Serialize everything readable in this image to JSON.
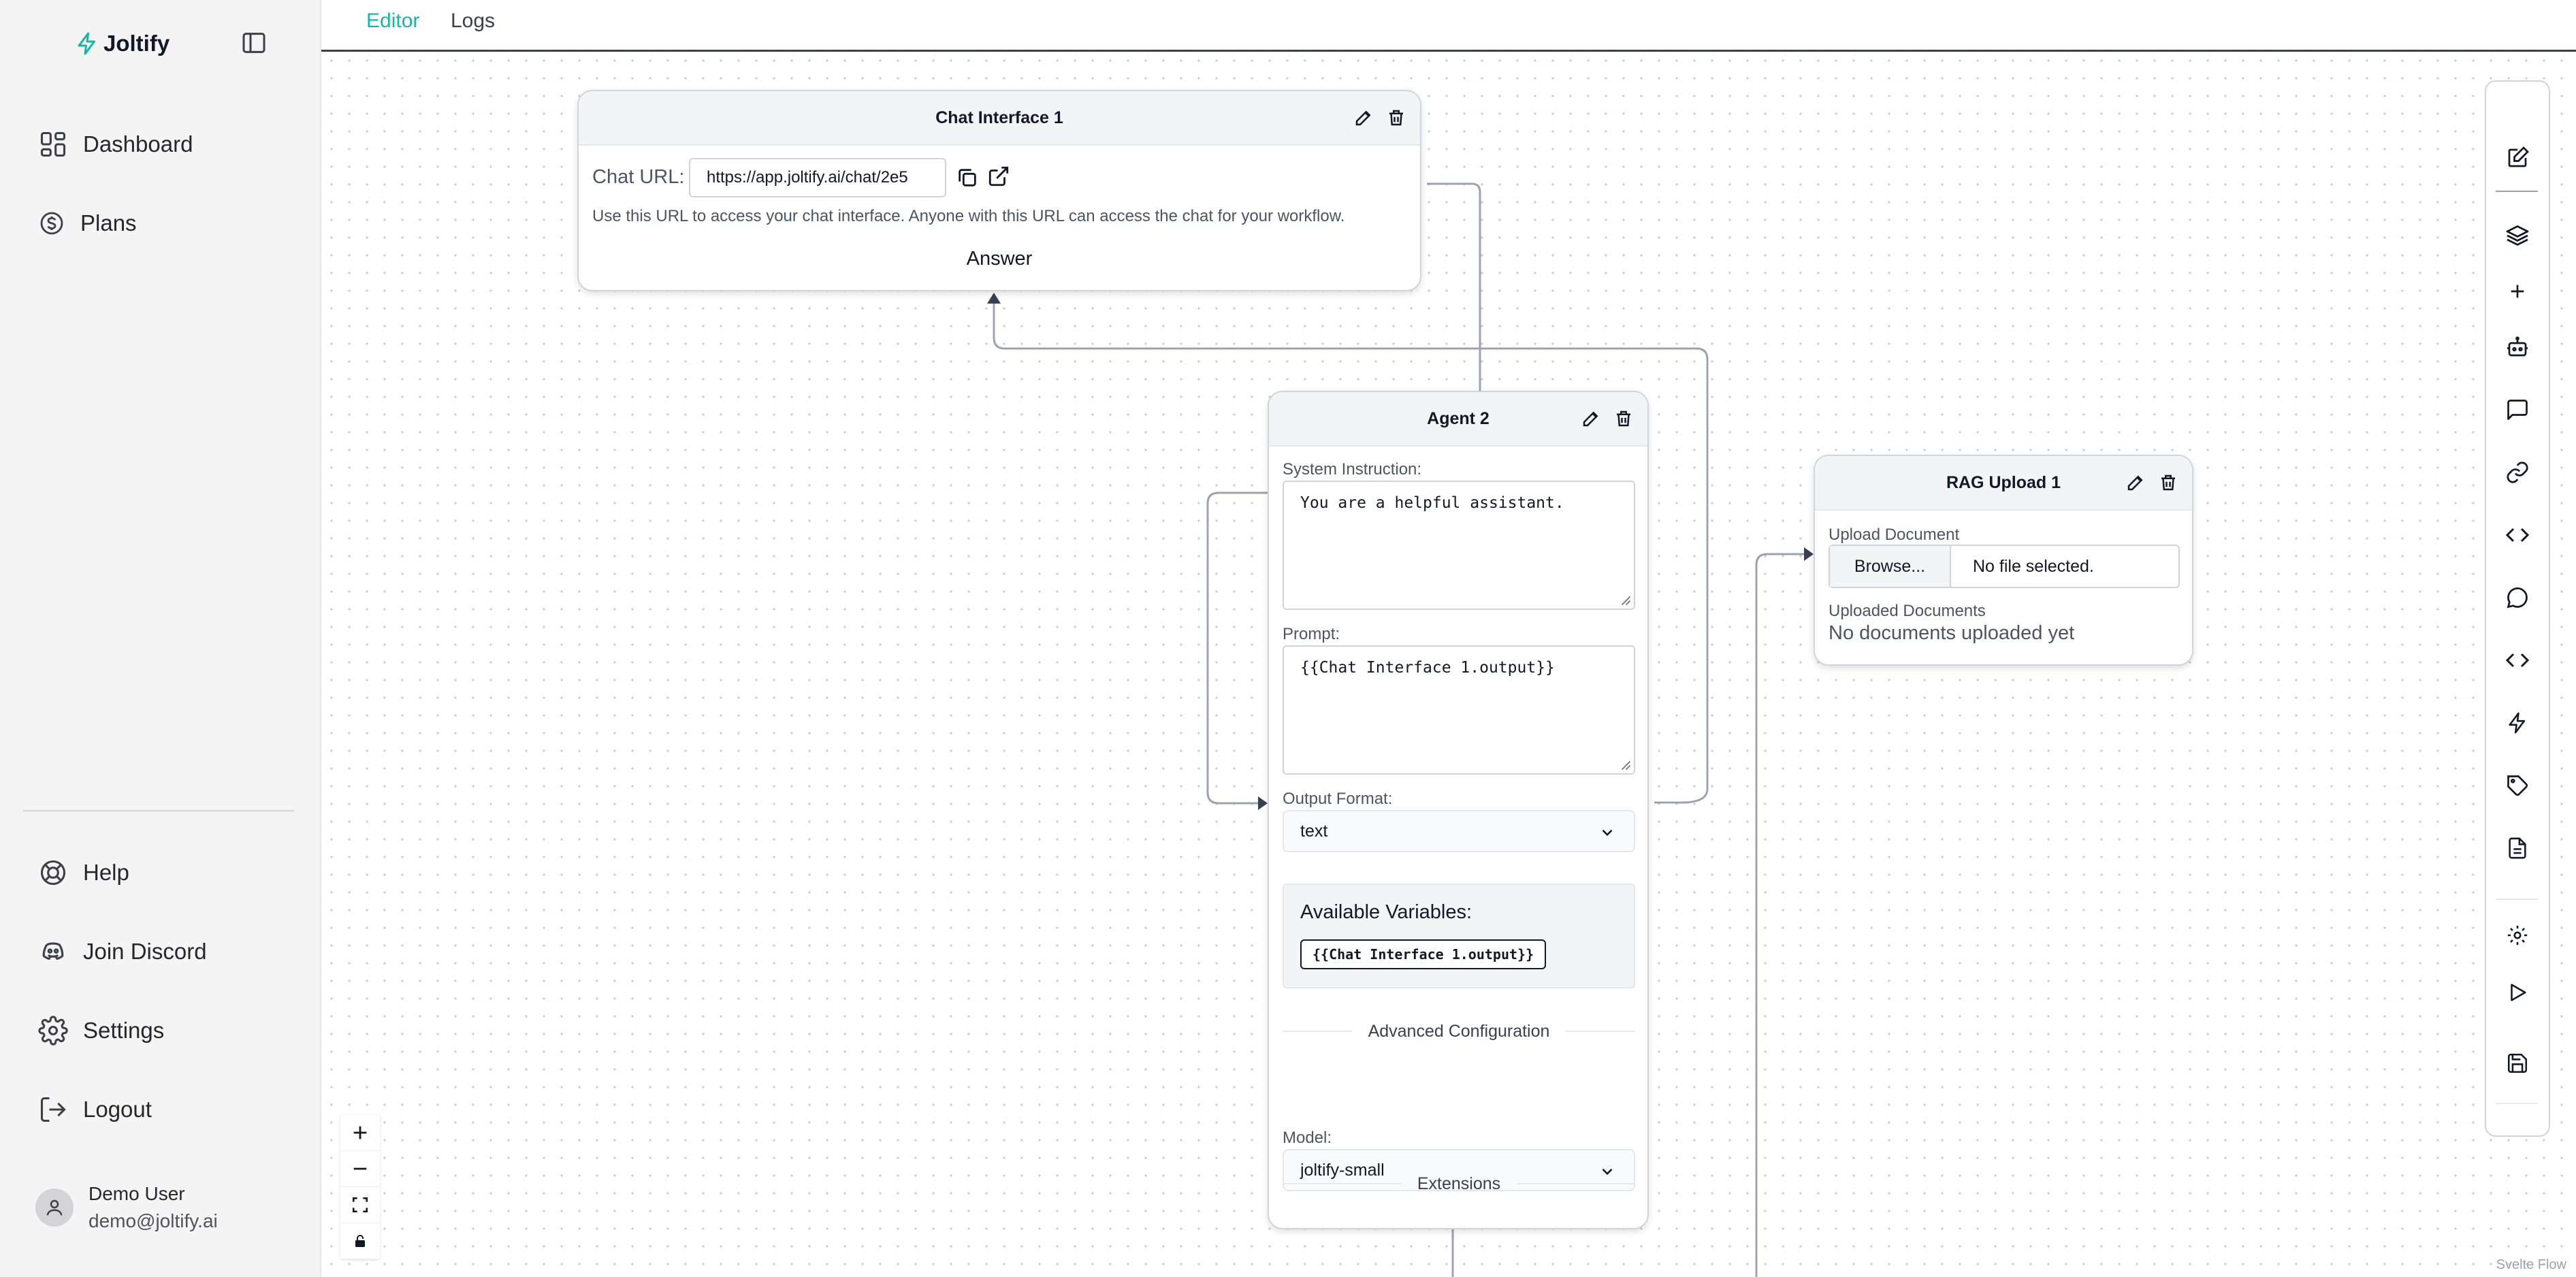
{
  "app": {
    "name": "Joltify",
    "accent": "#14b8a6"
  },
  "sidebar": {
    "nav": [
      {
        "label": "Dashboard",
        "icon": "dashboard-icon"
      },
      {
        "label": "Plans",
        "icon": "dollar-circle-icon"
      }
    ],
    "bottom": [
      {
        "label": "Help",
        "icon": "lifebuoy-icon"
      },
      {
        "label": "Join Discord",
        "icon": "discord-icon"
      },
      {
        "label": "Settings",
        "icon": "gear-icon"
      },
      {
        "label": "Logout",
        "icon": "logout-icon"
      }
    ],
    "user": {
      "name": "Demo User",
      "email": "demo@joltify.ai"
    }
  },
  "topbar": {
    "tabs": [
      "Editor",
      "Logs"
    ],
    "active_tab": "Editor"
  },
  "nodes": {
    "chat": {
      "title": "Chat Interface 1",
      "url_label": "Chat URL:",
      "url_value": "https://app.joltify.ai/chat/2e5",
      "help": "Use this URL to access your chat interface. Anyone with this URL can access the chat for your workflow.",
      "answer": "Answer"
    },
    "agent": {
      "title": "Agent 2",
      "system_label": "System Instruction:",
      "system_value": "You are a helpful assistant.",
      "prompt_label": "Prompt:",
      "prompt_value": "{{Chat Interface 1.output}}",
      "format_label": "Output Format:",
      "format_value": "text",
      "vars_title": "Available Variables:",
      "vars": [
        "{{Chat Interface 1.output}}"
      ],
      "advanced_label": "Advanced Configuration",
      "model_label": "Model:",
      "model_value": "joltify-small",
      "extensions_label": "Extensions"
    },
    "rag": {
      "title": "RAG Upload 1",
      "upload_label": "Upload Document",
      "browse": "Browse...",
      "no_file": "No file selected.",
      "uploaded_label": "Uploaded Documents",
      "uploaded_empty": "No documents uploaded yet"
    }
  },
  "toolbar": {
    "icons": [
      "edit-icon",
      "layers-icon",
      "plus-icon",
      "robot-icon",
      "chat-square-icon",
      "link-icon",
      "code-icon",
      "message-circle-icon",
      "code-icon",
      "lightning-icon",
      "tag-icon",
      "document-icon",
      "gear-icon",
      "play-icon",
      "save-icon"
    ]
  },
  "attribution": "Svelte Flow"
}
